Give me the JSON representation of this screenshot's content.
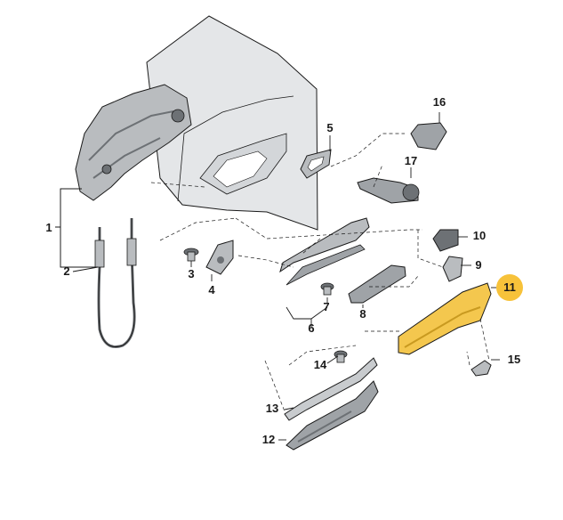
{
  "labels": {
    "l1": "1",
    "l2": "2",
    "l3": "3",
    "l4": "4",
    "l5": "5",
    "l6": "6",
    "l7": "7",
    "l8": "8",
    "l9": "9",
    "l10": "10",
    "l11": "11",
    "l12": "12",
    "l13": "13",
    "l14": "14",
    "l15": "15",
    "l16": "16",
    "l17": "17"
  },
  "colors": {
    "line": "#1a1a1a",
    "part_fill": "#b9bcbf",
    "part_dark": "#6d7175",
    "door_fill": "#e4e6e8",
    "highlight_fill": "#f7c23a",
    "highlight_part": "#f4c74e"
  }
}
